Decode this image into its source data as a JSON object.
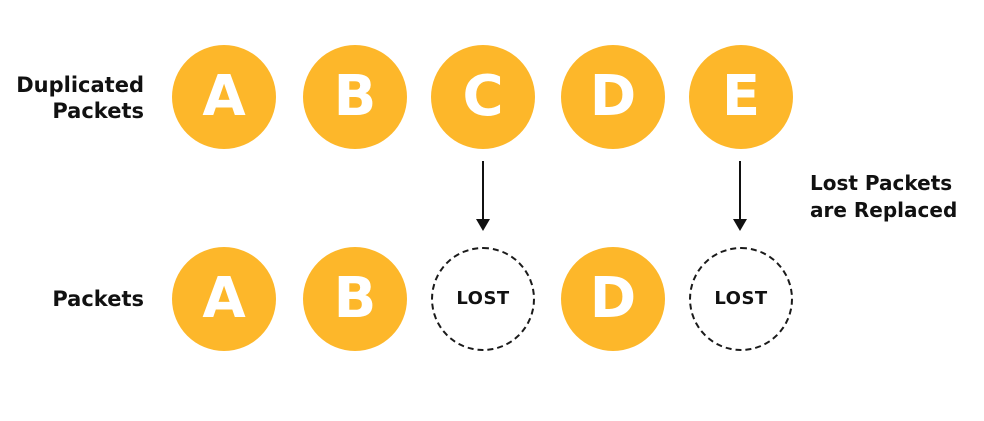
{
  "labels": {
    "top_line1": "Duplicated",
    "top_line2": "Packets",
    "bottom": "Packets"
  },
  "note": {
    "line1": "Lost Packets",
    "line2": "are Replaced"
  },
  "top_row": [
    "A",
    "B",
    "C",
    "D",
    "E"
  ],
  "bottom_row": [
    "A",
    "B",
    "LOST",
    "D",
    "LOST"
  ],
  "colors": {
    "packet_fill": "#FDB72A",
    "packet_text": "#ffffff",
    "ink": "#111111"
  }
}
